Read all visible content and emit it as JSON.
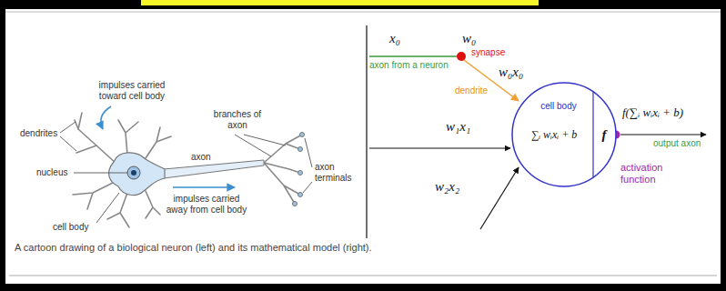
{
  "diagram": {
    "caption": "A cartoon drawing of a biological neuron (left) and its mathematical model (right).",
    "nodes": [
      {
        "text": [
          "cell body",
          "∑ᵢ wᵢxᵢ + b",
          "f"
        ]
      }
    ],
    "labels": [
      "impulses carried toward cell body",
      "dendrites",
      "nucleus",
      "branches of axon",
      "axon",
      "axon terminals",
      "cell body",
      "impulses carried away from cell body",
      "x₀",
      "w₀",
      "synapse",
      "axon from a neuron",
      "w₀x₀",
      "dendrite",
      "w₁x₁",
      "f(∑ᵢ wᵢxᵢ + b)",
      "output axon",
      "w₂x₂",
      "activation function"
    ]
  }
}
